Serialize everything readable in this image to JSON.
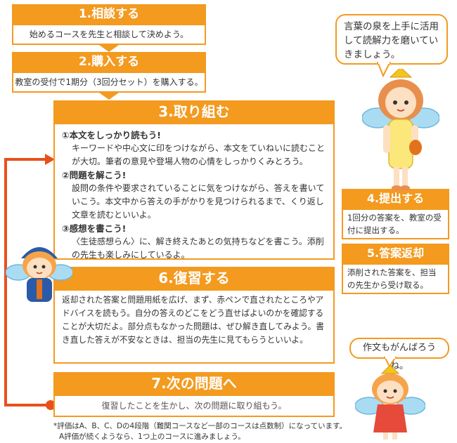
{
  "steps": {
    "step1": {
      "title": "1.相談する",
      "body": "始めるコースを先生と相談して決めよう。"
    },
    "step2": {
      "title": "2.購入する",
      "body": "教室の受付で1期分（3回分セット）を購入する。"
    },
    "step3": {
      "title": "3.取り組む",
      "items": [
        {
          "title": "①本文をしっかり読もう!",
          "body": "キーワードや中心文に印をつけながら、本文をていねいに読むことが大切。筆者の意見や登場人物の心情をしっかりくみとろう。"
        },
        {
          "title": "②問題を解こう!",
          "body": "設問の条件や要求されていることに気をつけながら、答えを書いていこう。本文中から答えの手がかりを見つけられるまで、くり返し文章を読むといいよ。"
        },
        {
          "title": "③感想を書こう!",
          "body": "〈生徒感想らん〉に、解き終えたあとの気持ちなどを書こう。添削の先生も楽しみにしているよ。"
        }
      ]
    },
    "step4": {
      "title": "4.提出する",
      "body": "1回分の答案を、教室の受付に提出する。"
    },
    "step5": {
      "title": "5.答案返却",
      "body": "添削された答案を、担当の先生から受け取る。"
    },
    "step6": {
      "title": "6.復習する",
      "body": "返却された答案と問題用紙を広げ、まず、赤ペンで直されたところやアドバイスを読もう。自分の答えのどこをどう直せばよいのかを確認することが大切だよ。部分点もなかった問題は、ぜひ解き直してみよう。書き直した答えが不安なときは、担当の先生に見てもらうといいよ。"
    },
    "step7": {
      "title": "7.次の問題へ",
      "body": "復習したことを生かし、次の問題に取り組もう。"
    }
  },
  "bubbles": {
    "top": "言葉の泉を上手に活用して読解力を磨いていきましょう。",
    "bottom": "作文もがんばろうね。"
  },
  "footnote": {
    "line1": "*評価はA、B、C、Dの4段階（難関コースなど一部のコースは点数制）になっています。",
    "line2": "A評価が続くようなら、1つ上のコースに進みましょう。"
  },
  "colors": {
    "accent": "#f39a1f",
    "loop": "#e8501b",
    "wing": "#a9dcf3"
  }
}
